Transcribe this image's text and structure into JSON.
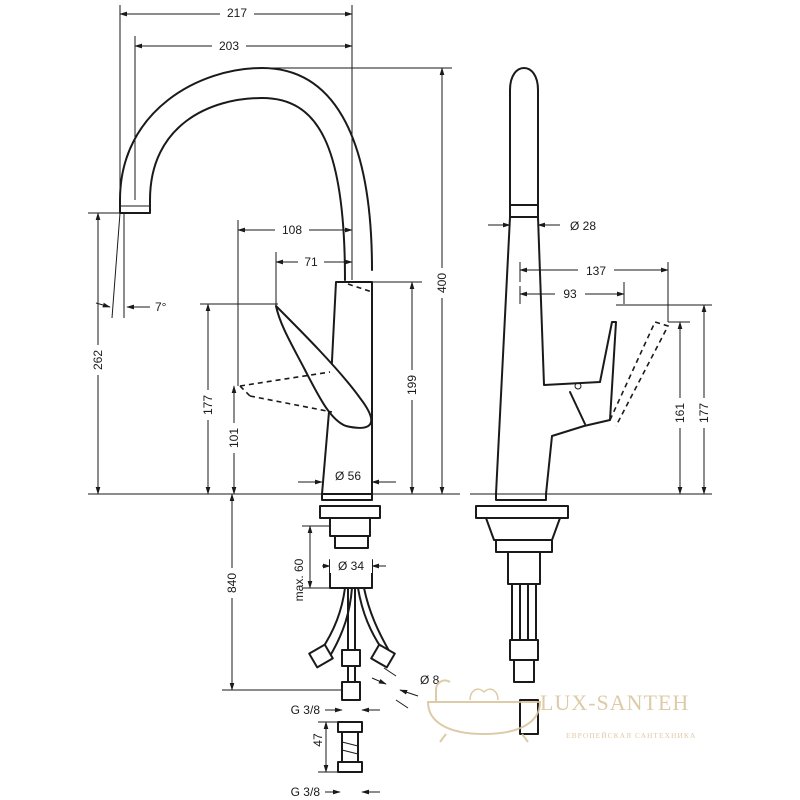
{
  "dimensions": {
    "d217": "217",
    "d203": "203",
    "d108": "108",
    "d71": "71",
    "d7deg": "7°",
    "d262": "262",
    "d177_left": "177",
    "d101": "101",
    "d199": "199",
    "d400": "400",
    "d56": "Ø 56",
    "d840": "840",
    "dmax60": "max. 60",
    "d34": "Ø 34",
    "d8": "Ø 8",
    "g38_top": "G 3/8",
    "d47": "47",
    "g38_bottom": "G 3/8",
    "d28": "Ø 28",
    "d137": "137",
    "d93": "93",
    "d161": "161",
    "d177_right": "177"
  },
  "watermark": {
    "brand": "LUX-SANTEH",
    "tagline": "ЕВРОПЕЙСКАЯ САНТЕХНИКА",
    "color": "#d8c39a"
  }
}
